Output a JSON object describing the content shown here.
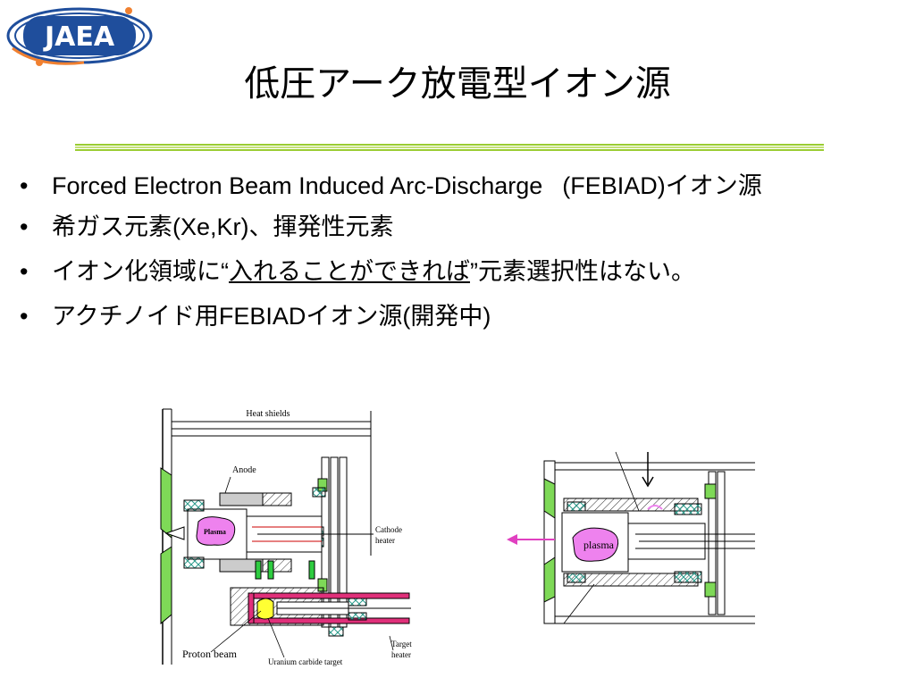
{
  "logo": {
    "text": "JAEA"
  },
  "title": "低圧アーク放電型イオン源",
  "bullets": [
    {
      "a": "Forced Electron Beam Induced Arc-Discharge",
      "b": "(FEBIAD)イオン源"
    },
    {
      "text": "希ガス元素(Xe,Kr)、揮発性元素"
    },
    {
      "pre": "イオン化領域に“",
      "underlined": "入れることができれば",
      "post": "”元素選択性はない。"
    },
    {
      "text": "アクチノイド用FEBIADイオン源(開発中)"
    }
  ],
  "figure_left": {
    "heat_shields": "Heat shields",
    "anode": "Anode",
    "plasma": "Plasma",
    "cathode_heater_1": "Cathode",
    "cathode_heater_2": "heater",
    "target_heater_1": "Target",
    "target_heater_2": "heater",
    "proton_beam": "Proton beam",
    "uranium_target": "Uranium carbide target"
  },
  "figure_right": {
    "plasma": "plasma"
  },
  "colors": {
    "title_rule": "#9acd32",
    "plasma": "#ee82ee",
    "logo_blue": "#1f4e9c",
    "logo_orange": "#f08030",
    "target": "#ffff33",
    "target_holder": "#e0307a",
    "insulator": "#40c0b0",
    "flange_green": "#7ed957"
  }
}
